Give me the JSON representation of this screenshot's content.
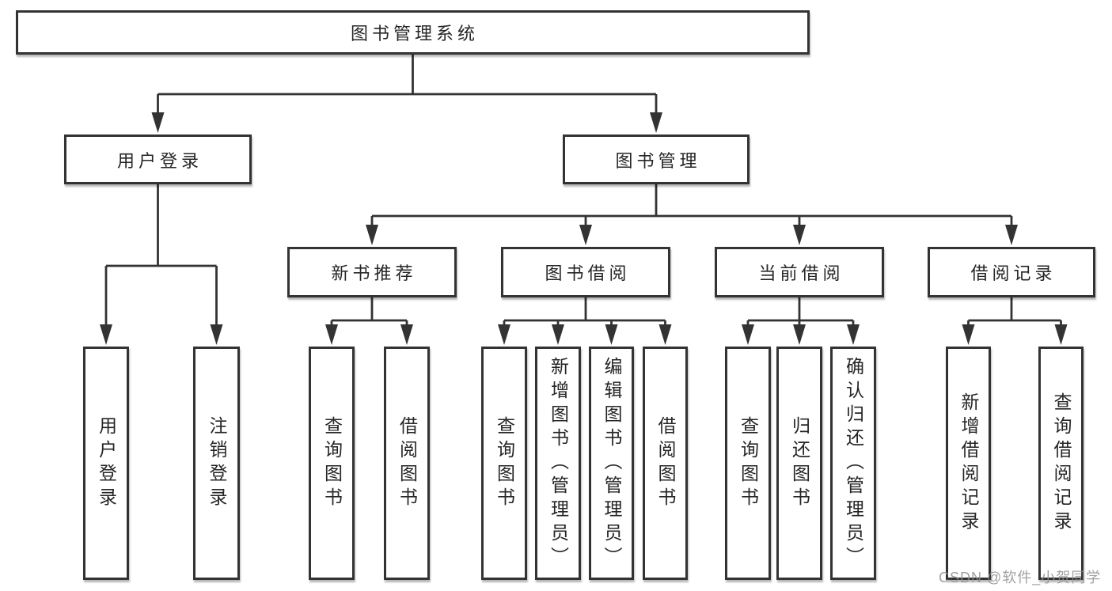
{
  "diagram_title": "图书管理系统",
  "tree": {
    "label": "图书管理系统",
    "children": [
      {
        "label": "用户登录",
        "children": [
          {
            "label": "用户登录"
          },
          {
            "label": "注销登录"
          }
        ]
      },
      {
        "label": "图书管理",
        "children": [
          {
            "label": "新书推荐",
            "children": [
              {
                "label": "查询图书"
              },
              {
                "label": "借阅图书"
              }
            ]
          },
          {
            "label": "图书借阅",
            "children": [
              {
                "label": "查询图书"
              },
              {
                "label": "新增图书（管理员）"
              },
              {
                "label": "编辑图书（管理员）"
              },
              {
                "label": "借阅图书"
              }
            ]
          },
          {
            "label": "当前借阅",
            "children": [
              {
                "label": "查询图书"
              },
              {
                "label": "归还图书"
              },
              {
                "label": "确认归还（管理员）"
              }
            ]
          },
          {
            "label": "借阅记录",
            "children": [
              {
                "label": "新增借阅记录"
              },
              {
                "label": "查询借阅记录"
              }
            ]
          }
        ]
      }
    ]
  },
  "watermark": {
    "text": "CSDN @软件_小贺同学"
  },
  "colors": {
    "line": "#333333",
    "box_border": "#333333",
    "text": "#262626",
    "watermark": "#919191",
    "background": "#ffffff"
  }
}
